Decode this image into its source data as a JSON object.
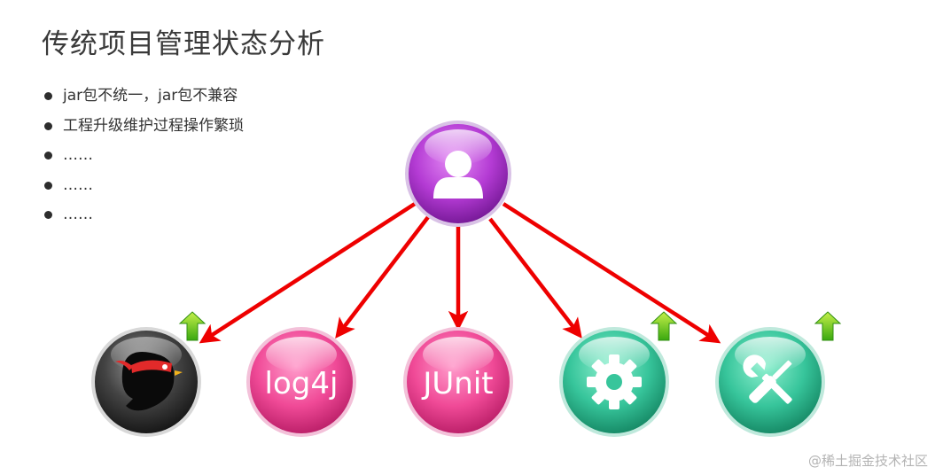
{
  "title": "传统项目管理状态分析",
  "bullets": [
    "jar包不统一，jar包不兼容",
    "工程升级维护过程操作繁琐",
    "……",
    "……",
    "……"
  ],
  "diagram": {
    "center": {
      "icon": "user-icon",
      "color": "#b83ad6"
    },
    "nodes": [
      {
        "id": "maven",
        "icon": "ninja-bird-logo-icon",
        "label": "",
        "color": "#3c3c3c",
        "upgrade": true
      },
      {
        "id": "log4j",
        "icon": "",
        "label": "log4j",
        "color": "#ef3f92",
        "upgrade": false
      },
      {
        "id": "junit",
        "icon": "",
        "label": "JUnit",
        "color": "#ef3f92",
        "upgrade": false
      },
      {
        "id": "gear",
        "icon": "gear-icon",
        "label": "",
        "color": "#35c49a",
        "upgrade": true
      },
      {
        "id": "tools",
        "icon": "wrench-screwdriver-icon",
        "label": "",
        "color": "#35c49a",
        "upgrade": true
      }
    ],
    "arrow_color": "#ee0000",
    "upgrade_icon": "green-up-arrow-icon"
  },
  "watermark": "@稀土掘金技术社区"
}
